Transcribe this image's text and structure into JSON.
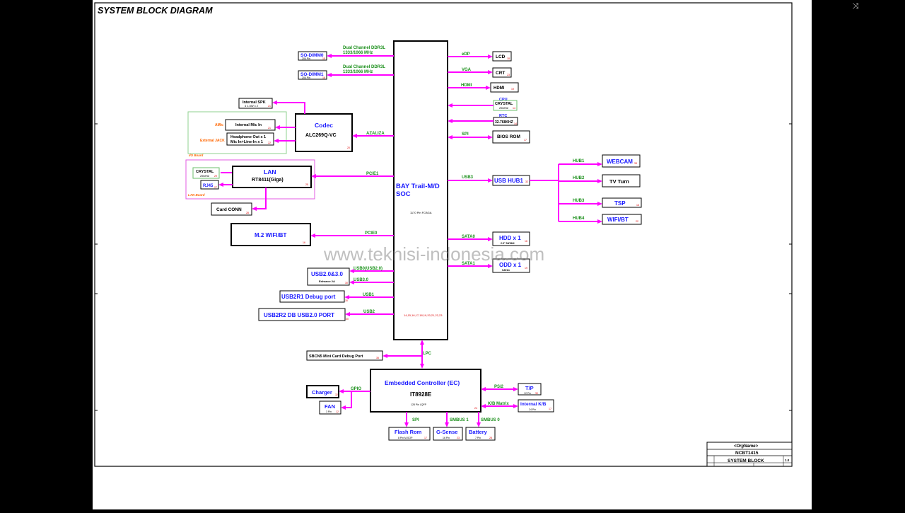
{
  "title": "SYSTEM BLOCK DIAGRAM",
  "watermark": "www.teknisi-indonesia.com",
  "soc": {
    "name": "BAY Trail-M/D",
    "name2": "SOC",
    "package": "1170 Pin FCBGA",
    "pages": "14,15,16,17,18,19,20,21,22,23"
  },
  "mem": {
    "dimm0": "SO-DIMM0",
    "dimm0_sub": "204 Pin",
    "dimm0_pg": "15",
    "dimm1": "SO-DIMM1",
    "dimm1_sub": "204 Pin",
    "dimm1_pg": "16",
    "ch_label": "Dual Channel DDR3L",
    "speed": "1333/1066 MHz"
  },
  "audio": {
    "spk": "Internal SPK",
    "spk_sub": "4    1.5W x 2",
    "spk_pg": "21",
    "codec": "Codec",
    "codec_part": "ALC269Q-VC",
    "codec_pg": "20",
    "mic": "Internal Mic In",
    "mic_pg": "21",
    "hp1": "Headphone Out x 1",
    "hp2": "Mic In+Line-In x 1",
    "hp_pg": "22",
    "amic": "AMic",
    "ext_jack": "External JACK",
    "io_board": "I/O Board",
    "bus": "AZALIZA"
  },
  "lan": {
    "crystal": "CRYSTAL",
    "crystal_freq": "25MHZ",
    "crystal_pg": "29",
    "lan": "LAN",
    "part": "RT8411(Giga)",
    "pg": "25",
    "rj45": "RJ45",
    "rj45_pg": "27",
    "lan_board": "LAN Board",
    "card": "Card CONN",
    "card_pg": "28",
    "bus": "PCIE1"
  },
  "m2": {
    "name": "M.2 WIFI/BT",
    "pg": "16",
    "bus": "PCIE0"
  },
  "usb": {
    "usb23": "USB2.0&3.0",
    "usb23_sub": "Enhance  2A",
    "usb23_pg": "30",
    "bus_usb0": "USB0(USB2.0)",
    "bus_usb30": "USB3.0",
    "dbg1": "USB2R1 Debug port",
    "dbg1_pg": "30",
    "bus_usb1": "USB1",
    "dbg2": "USB2R2  DB USB2.0 PORT",
    "dbg2_pg": "30",
    "bus_usb2": "USB2"
  },
  "right": {
    "edp": "eDP",
    "lcd": "LCD",
    "lcd_pg": "18",
    "vga": "VGA",
    "crt": "CRT",
    "crt_pg": "23",
    "hdmi_bus": "HDMI",
    "hdmi": "HDMI",
    "hdmi_pg": "19",
    "cpu": "CPU",
    "crystal": "CRYSTAL",
    "crystal_freq": "25MHZ",
    "crystal_pg": "14",
    "rtc": "RTC",
    "rtc_freq": "32.768KHZ",
    "rtc_pg": "14",
    "spi": "SPI",
    "bios": "BIOS ROM",
    "bios_pg": "17",
    "usb3": "USB3",
    "hub": "USB HUB1",
    "hub_pg": "32",
    "hub1": "HUB1",
    "hub2": "HUB2",
    "hub3": "HUB3",
    "hub4": "HUB4",
    "webcam": "WEBCAM",
    "webcam_pg": "33",
    "tv": "TV Turn",
    "tsp": "TSP",
    "tsp_pg": "16",
    "wifi": "WIFI/BT",
    "wifi_pg": "22",
    "sata0": "SATA0",
    "hdd": "HDD x 1",
    "hdd_sub": "2.5\" SATAIII",
    "hdd_pg": "16",
    "sata1": "SATA1",
    "odd": "ODD x 1",
    "odd_sub": "SATA1",
    "odd_pg": "19"
  },
  "ec": {
    "lpc": "LPC",
    "sbcn": "SBCN5   Mini Card Debug Port",
    "sbcn_pg": "35",
    "name": "Embedded Controller (EC)",
    "part": "IT8928E",
    "pkg": "128 Pin LQFP",
    "pg": "24",
    "gpio": "GPIO",
    "charger": "Charger",
    "charger_pg": "32",
    "fan": "FAN",
    "fan_sub": "3 Pin",
    "fan_pg": "12",
    "ps2": "PS/2",
    "tp": "T/P",
    "tp_sub": "12 Pin",
    "tp_pg": "30",
    "kb_bus": "K/B Matrix",
    "kb": "Internal K/B",
    "kb_sub": "24 Pin",
    "kb_pg": "17",
    "spi": "SPI",
    "smbus1": "SMBUS 1",
    "smbus0": "SMBUS 0",
    "flash": "Flash Rom",
    "flash_sub": "8 Pin M-SOP",
    "flash_pg": "17",
    "gsense": "G-Sense",
    "gsense_sub": "16 Pin",
    "gsense_pg": "23",
    "battery": "Battery",
    "battery_sub": "7 Pin",
    "battery_pg": "28"
  },
  "titleblock": {
    "org": "<OrgName>",
    "project": "NCBT1415",
    "sheet": "SYSTEM BLOCK",
    "rev": "1.0"
  },
  "colors": {
    "connector": "#ff00ff",
    "label_blue": "#1a1aff",
    "label_green": "#1a8f1a",
    "label_orange": "#ff6600",
    "page_red": "#dd0000"
  }
}
